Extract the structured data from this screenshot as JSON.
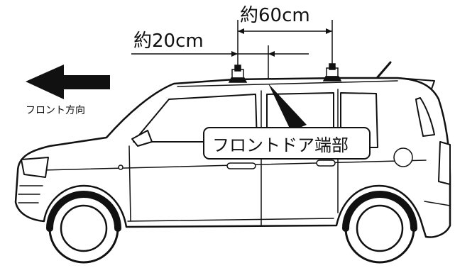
{
  "labels": {
    "dim_60": "約60cm",
    "dim_20": "約20cm",
    "direction": "フロント方向",
    "callout": "フロントドア端部"
  }
}
